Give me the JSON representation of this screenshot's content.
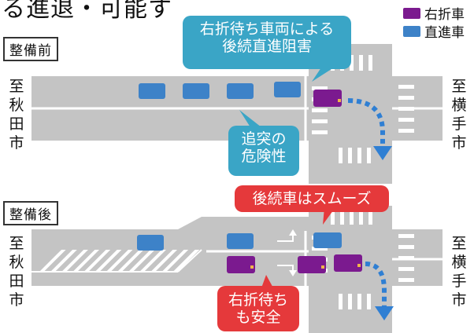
{
  "header_fragment": "る進退・可能す",
  "legend": [
    {
      "label": "右折車",
      "color": "#7b1a8f"
    },
    {
      "label": "直進車",
      "color": "#3d82c8"
    }
  ],
  "before": {
    "label": "整備前",
    "left_place": [
      "至",
      "秋",
      "田",
      "市"
    ],
    "right_place": [
      "至",
      "横",
      "手",
      "市"
    ],
    "callout_top": [
      "右折待ち車両による",
      "後続直進阻害"
    ],
    "callout_bottom": [
      "追突の",
      "危険性"
    ]
  },
  "after": {
    "label": "整備後",
    "left_place": [
      "至",
      "秋",
      "田",
      "市"
    ],
    "right_place": [
      "至",
      "横",
      "手",
      "市"
    ],
    "callout_top": "後続車はスムーズ",
    "callout_bottom": [
      "右折待ち",
      "も安全"
    ]
  },
  "colors": {
    "road": "#c4c4c4",
    "right_turn_car": "#7b1a8f",
    "straight_car": "#3d82c8",
    "teal_callout": "#3aa5c6",
    "red_callout": "#e5393b",
    "turn_arrow": "#2f7fd3"
  }
}
